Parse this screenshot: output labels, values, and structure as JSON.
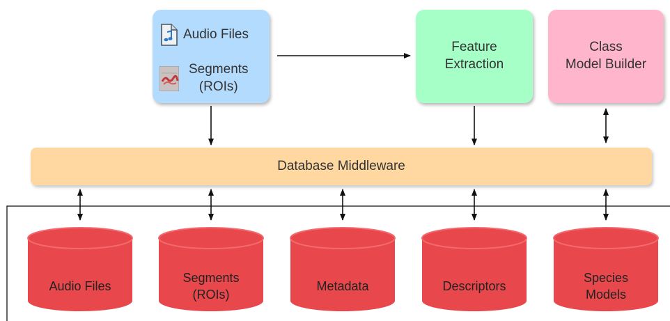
{
  "input_box": {
    "audio_label": "Audio Files",
    "segments_line1": "Segments",
    "segments_line2": "(ROIs)"
  },
  "feature_box": {
    "line1": "Feature",
    "line2": "Extraction"
  },
  "class_box": {
    "line1": "Class",
    "line2": "Model Builder"
  },
  "middleware": {
    "label": "Database Middleware"
  },
  "databases": [
    {
      "line1": "Audio Files",
      "line2": ""
    },
    {
      "line1": "Segments",
      "line2": "(ROIs)"
    },
    {
      "line1": "Metadata",
      "line2": ""
    },
    {
      "line1": "Descriptors",
      "line2": ""
    },
    {
      "line1": "Species",
      "line2": "Models"
    }
  ],
  "colors": {
    "input_box": "#b3dbfe",
    "feature_box": "#a6ffc7",
    "class_box": "#ffb6cd",
    "middleware": "#ffd8a1",
    "database": "#e8484c",
    "database_edge": "#f26a6d"
  },
  "icons": [
    "audio-file-icon",
    "spectrogram-segment-icon"
  ]
}
